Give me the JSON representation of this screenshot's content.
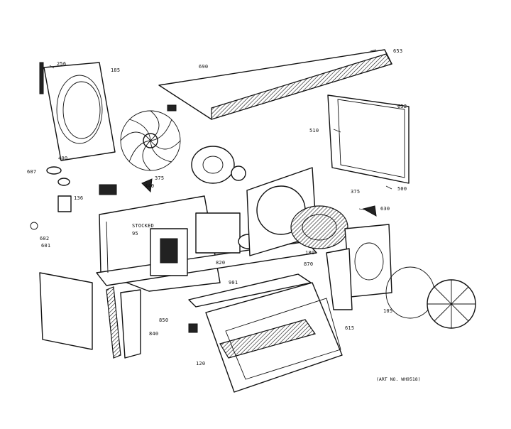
{
  "art_number": "(ART NO. WH9518)",
  "callouts": [
    {
      "id": "c256",
      "text": "256"
    },
    {
      "id": "c653",
      "text": "653"
    },
    {
      "id": "c690",
      "text": "690"
    },
    {
      "id": "c652",
      "text": "652"
    },
    {
      "id": "c185",
      "text": "185"
    },
    {
      "id": "c510",
      "text": "510"
    },
    {
      "id": "c400",
      "text": "400"
    },
    {
      "id": "c607",
      "text": "607"
    },
    {
      "id": "c136",
      "text": "136"
    },
    {
      "id": "c440",
      "text": "440"
    },
    {
      "id": "c375a",
      "text": "375"
    },
    {
      "id": "c375b",
      "text": "375"
    },
    {
      "id": "c630",
      "text": "630"
    },
    {
      "id": "c500",
      "text": "500"
    },
    {
      "id": "c602",
      "text": "602"
    },
    {
      "id": "c601",
      "text": "601"
    },
    {
      "id": "c stocked",
      "text": "STOCKED"
    },
    {
      "id": "c95",
      "text": "95"
    },
    {
      "id": "c180",
      "text": "180"
    },
    {
      "id": "c820",
      "text": "820"
    },
    {
      "id": "c870",
      "text": "870"
    },
    {
      "id": "c850",
      "text": "850"
    },
    {
      "id": "c840",
      "text": "840"
    },
    {
      "id": "c105",
      "text": "105"
    },
    {
      "id": "c901",
      "text": "901"
    },
    {
      "id": "c615",
      "text": "615"
    },
    {
      "id": "c120",
      "text": "120"
    }
  ]
}
